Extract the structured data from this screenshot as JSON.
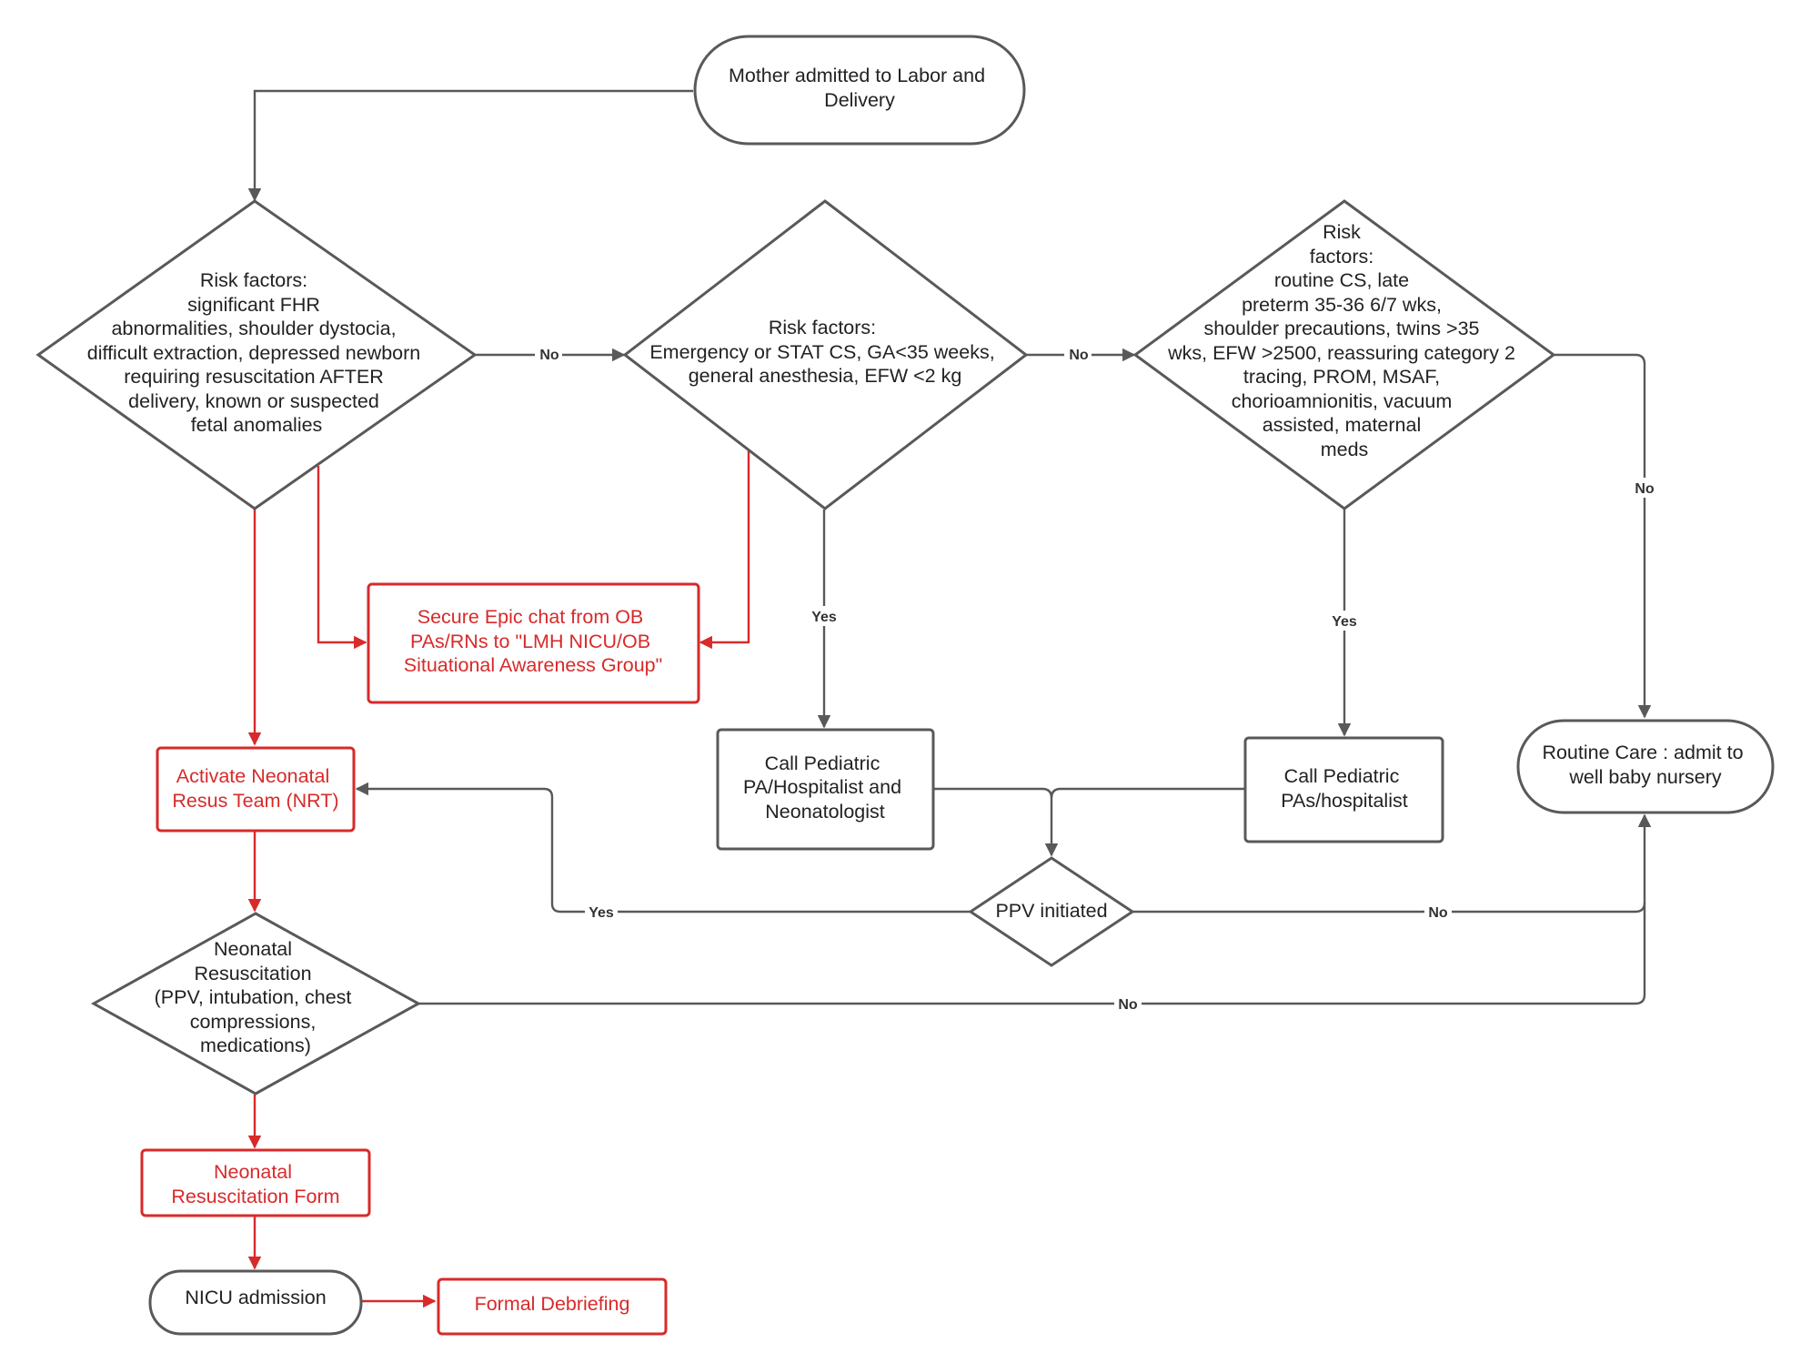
{
  "nodes": {
    "start": {
      "lines": [
        "Mother admitted to Labor and",
        "Delivery"
      ]
    },
    "risk1": {
      "heading": "Risk factors:",
      "lines": [
        "significant FHR",
        "abnormalities, shoulder dystocia,",
        "difficult extraction, depressed newborn",
        "requiring resuscitation AFTER",
        "delivery, known or suspected",
        "fetal anomalies"
      ]
    },
    "risk2": {
      "heading": "Risk factors:",
      "lines": [
        "Emergency or STAT CS, GA<35 weeks,",
        "general anesthesia, EFW <2 kg"
      ]
    },
    "risk3": {
      "heading": [
        "Risk",
        "factors:"
      ],
      "lines": [
        "routine CS, late",
        "preterm 35-36 6/7 wks,",
        "shoulder precautions, twins >35",
        "wks, EFW >2500, reassuring category 2",
        "tracing, PROM, MSAF,",
        "chorioamnionitis, vacuum",
        "assisted, maternal",
        "meds"
      ]
    },
    "secure_chat": {
      "lines": [
        "Secure Epic chat from OB",
        "PAs/RNs to \"LMH NICU/OB",
        "Situational Awareness Group\""
      ]
    },
    "call_peds_neo": {
      "lines": [
        "Call Pediatric",
        "PA/Hospitalist and",
        "Neonatologist"
      ]
    },
    "call_peds": {
      "lines": [
        "Call Pediatric",
        "PAs/hospitalist"
      ]
    },
    "routine_care": {
      "lines": [
        "Routine Care : admit to",
        "well baby nursery"
      ]
    },
    "activate_nrt": {
      "lines": [
        "Activate Neonatal",
        "Resus Team (NRT)"
      ]
    },
    "ppv": {
      "lines": [
        "PPV initiated"
      ]
    },
    "neonatal_resus": {
      "heading": [
        "Neonatal",
        "Resuscitation"
      ],
      "lines": [
        "(PPV, intubation, chest",
        "compressions,",
        "medications)"
      ]
    },
    "resus_form": {
      "lines": [
        "Neonatal",
        "Resuscitation Form"
      ]
    },
    "nicu": {
      "lines": [
        "NICU admission"
      ]
    },
    "debrief": {
      "lines": [
        "Formal Debriefing"
      ]
    }
  },
  "edge_labels": {
    "risk1_to_risk2": "No",
    "risk2_to_risk3": "No",
    "risk3_to_routine": "No",
    "risk2_to_callneo": "Yes",
    "risk3_to_callpeds": "Yes",
    "ppv_to_nrt": "Yes",
    "ppv_to_routine": "No",
    "resus_to_routine": "No"
  },
  "colors": {
    "gray": "#595959",
    "red": "#d82a2a",
    "text": "#222222"
  }
}
